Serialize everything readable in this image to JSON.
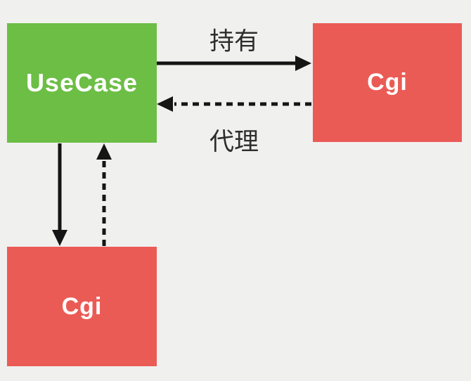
{
  "diagram": {
    "background_color": "#F0F0EF",
    "arrow_color": "#151515",
    "label_text_color": "#2D2D2D",
    "nodes": [
      {
        "id": "usecase",
        "label": "UseCase",
        "color": "#6CBE45",
        "text_color": "#FFFFFF"
      },
      {
        "id": "cgi-right",
        "label": "Cgi",
        "color": "#EB5B56",
        "text_color": "#FFFFFF"
      },
      {
        "id": "cgi-bottom",
        "label": "Cgi",
        "color": "#EB5B56",
        "text_color": "#FFFFFF"
      }
    ],
    "edges": [
      {
        "from": "usecase",
        "to": "cgi-right",
        "style": "solid",
        "direction": "right",
        "label": "持有"
      },
      {
        "from": "cgi-right",
        "to": "usecase",
        "style": "dashed",
        "direction": "left",
        "label": "代理"
      },
      {
        "from": "usecase",
        "to": "cgi-bottom",
        "style": "solid",
        "direction": "down",
        "label": ""
      },
      {
        "from": "cgi-bottom",
        "to": "usecase",
        "style": "dashed",
        "direction": "up",
        "label": ""
      }
    ]
  }
}
